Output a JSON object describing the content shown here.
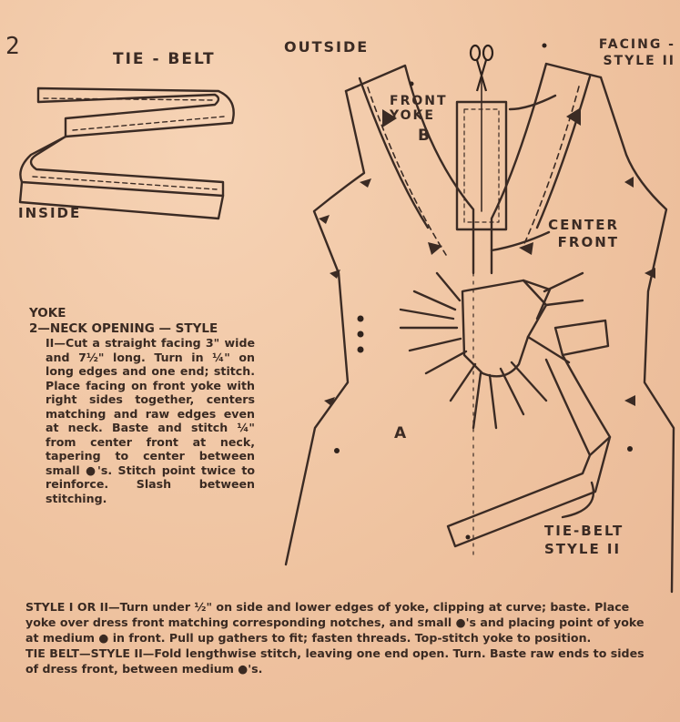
{
  "step_number": "2",
  "labels": {
    "tie_belt": "TIE - BELT",
    "inside": "INSIDE",
    "outside": "OUTSIDE",
    "facing_line1": "FACING -",
    "facing_line2": "STYLE II",
    "front_yoke": "FRONT YOKE",
    "yoke_letter": "B",
    "center_front": "CENTER FRONT",
    "piece_a": "A",
    "tie_belt_style": "TIE-BELT STYLE II"
  },
  "instructions": {
    "heading": "YOKE",
    "step_head": "2—NECK OPENING — STYLE",
    "step_text": "II—Cut a straight facing 3\" wide and 7½\" long. Turn in ¼\" on long edges and one end; stitch. Place facing on front yoke with right sides together, centers matching and raw edges even at neck. Baste and stitch ¼\" from center front at neck, tapering to center between small ●'s. Stitch point twice to reinforce. Slash between stitching."
  },
  "bottom": {
    "style_paragraph": "STYLE I OR II—Turn under ½\" on side and lower edges of yoke, clipping at curve; baste. Place yoke over dress front matching corresponding notches, and small ●'s and placing point of yoke at medium ● in front. Pull up gathers to fit; fasten threads. Top-stitch yoke to position.",
    "tie_belt_paragraph": "TIE BELT—STYLE II—Fold lengthwise stitch, leaving one end open. Turn. Baste raw ends to sides of dress front, between medium ●'s."
  },
  "colors": {
    "paper": "#f1c9a8",
    "ink": "#3a2a22"
  },
  "icons": [
    "scissors-icon"
  ]
}
